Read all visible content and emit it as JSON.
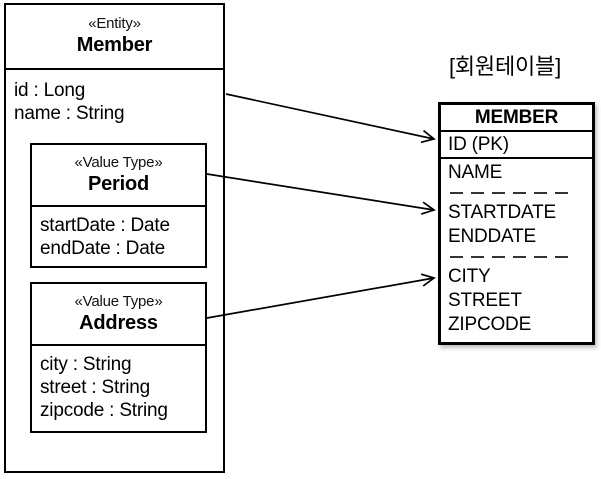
{
  "entity": {
    "stereotype": "«Entity»",
    "name": "Member",
    "attributes": [
      "id : Long",
      "name : String"
    ]
  },
  "value_types": [
    {
      "stereotype": "«Value Type»",
      "name": "Period",
      "attributes": [
        "startDate : Date",
        "endDate : Date"
      ]
    },
    {
      "stereotype": "«Value Type»",
      "name": "Address",
      "attributes": [
        "city : String",
        "street : String",
        "zipcode : String"
      ]
    }
  ],
  "table": {
    "caption": "[회원테이블]",
    "name": "MEMBER",
    "pk_row": "ID (PK)",
    "groups": [
      [
        "NAME"
      ],
      [
        "STARTDATE",
        "ENDDATE"
      ],
      [
        "CITY",
        "STREET",
        "ZIPCODE"
      ]
    ]
  },
  "colors": {
    "line": "#000000",
    "background": "#ffffff"
  }
}
